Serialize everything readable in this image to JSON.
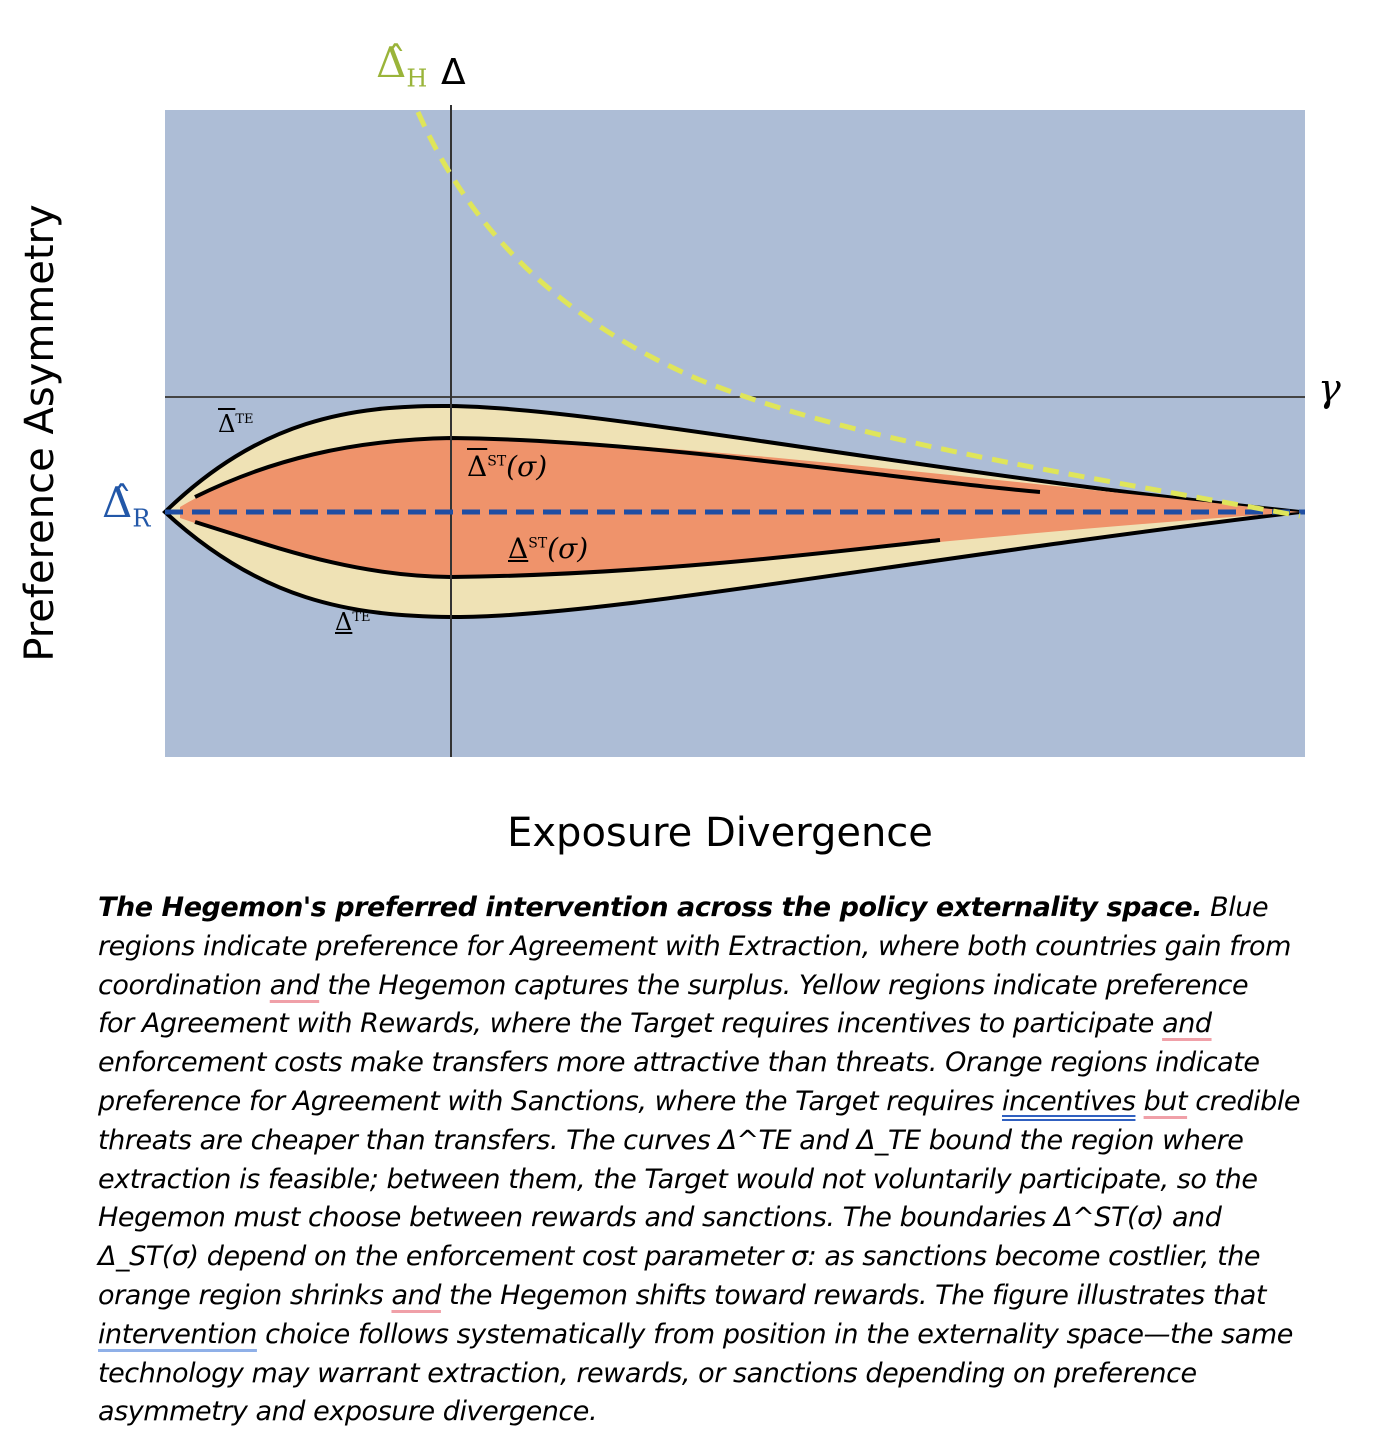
{
  "diagram": {
    "y_axis_label": "Preference Asymmetry",
    "x_axis_label": "Exposure Divergence",
    "labels": {
      "delta_h": "Δ̂",
      "delta_h_sub": "H",
      "delta_axis": "Δ",
      "gamma": "γ",
      "delta_r": "Δ̂",
      "delta_r_sub": "R",
      "upper_te": "Δ",
      "upper_te_sup": "TE",
      "lower_te": "Δ",
      "lower_te_sup": "TE",
      "upper_st": "Δ",
      "upper_st_sup": "ST",
      "upper_st_arg": "(σ)",
      "lower_st": "Δ",
      "lower_st_sup": "ST",
      "lower_st_arg": "(σ)"
    },
    "colors": {
      "extraction_blue": "#adbdd6",
      "rewards_yellow": "#efe2b5",
      "sanctions_orange": "#ef936b",
      "delta_h_curve": "#dfe55a",
      "delta_r_line": "#1f4ea3",
      "delta_h_label": "#9ab43a",
      "delta_r_label": "#2257a8"
    }
  },
  "caption": {
    "lines": [
      [
        {
          "t": "The Hegemon's preferred intervention across the policy externality space.",
          "s": "b"
        },
        {
          "t": " Blue"
        }
      ],
      [
        {
          "t": "regions indicate preference for Agreement with Extraction, where both countries gain from"
        }
      ],
      [
        {
          "t": "coordination "
        },
        {
          "t": "and",
          "s": "u-red"
        },
        {
          "t": " the Hegemon captures the surplus. Yellow regions indicate preference"
        }
      ],
      [
        {
          "t": "for Agreement with Rewards, where the Target requires incentives to participate "
        },
        {
          "t": "and",
          "s": "u-red"
        }
      ],
      [
        {
          "t": "enforcement costs make transfers more attractive than threats. Orange regions indicate"
        }
      ],
      [
        {
          "t": "preference for Agreement with Sanctions, where the Target requires "
        },
        {
          "t": "incentives",
          "s": "u-blue"
        },
        {
          "t": " "
        },
        {
          "t": "but",
          "s": "u-red"
        },
        {
          "t": " credible"
        }
      ],
      [
        {
          "t": "threats are cheaper than transfers. The curves Δ^TE and Δ_TE bound the region where"
        }
      ],
      [
        {
          "t": "extraction is feasible; between them, the Target would not voluntarily participate, so the"
        }
      ],
      [
        {
          "t": "Hegemon must choose between rewards and sanctions. The boundaries Δ^ST(σ) and"
        }
      ],
      [
        {
          "t": "Δ_ST(σ) depend on the enforcement cost parameter σ: as sanctions become costlier, the"
        }
      ],
      [
        {
          "t": "orange region shrinks "
        },
        {
          "t": "and",
          "s": "u-red"
        },
        {
          "t": " the Hegemon shifts toward rewards. The figure illustrates that"
        }
      ],
      [
        {
          "t": "intervention",
          "s": "u-lblue"
        },
        {
          "t": " choice follows systematically from position in the externality space—the same"
        }
      ],
      [
        {
          "t": "technology may warrant extraction, rewards, or sanctions depending on preference"
        }
      ],
      [
        {
          "t": "asymmetry and exposure divergence."
        }
      ]
    ]
  }
}
